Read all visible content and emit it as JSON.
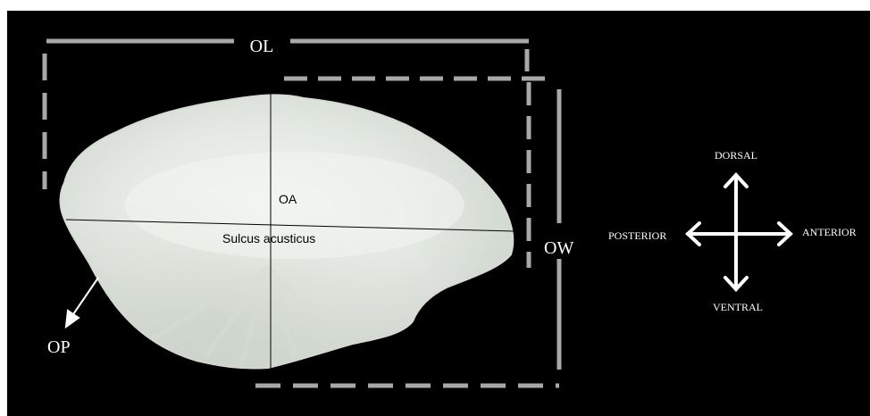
{
  "labels": {
    "ol": "OL",
    "ow": "OW",
    "oa": "OA",
    "op": "OP",
    "sulcus": "Sulcus acusticus"
  },
  "compass": {
    "dorsal": "DORSAL",
    "ventral": "VENTRAL",
    "posterior": "POSTERIOR",
    "anterior": "ANTERIOR"
  },
  "colors": {
    "background": "#000000",
    "dashed_frame": "#a8a8a8",
    "otolith": "#e6ebe6",
    "axis_lines": "#000000",
    "text_white": "#ffffff"
  },
  "icons": [
    "arrow-cross-icon",
    "arrow-icon"
  ]
}
